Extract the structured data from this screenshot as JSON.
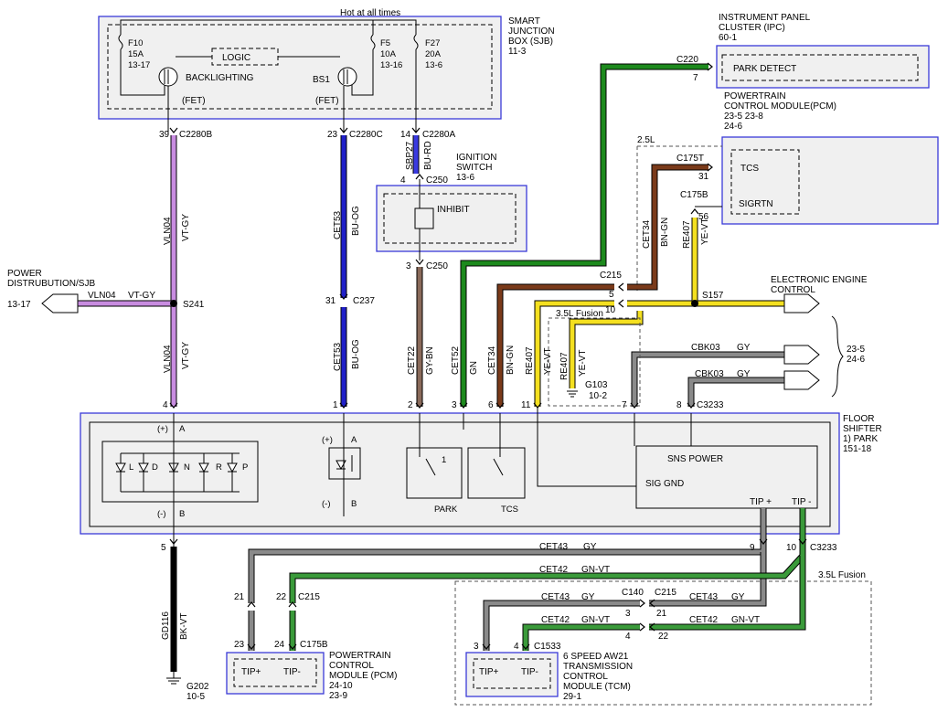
{
  "colors": {
    "VT-GY": "#c88ce0",
    "BU-OG": "#2020c8",
    "BU-RD": "#3a3ae0",
    "GY-BN": "#8a6a5a",
    "GN": "#1d8a1d",
    "BN-GN": "#7a3a1a",
    "YE-VT": "#f4e020",
    "GY": "#8a8a8a",
    "GN-VT": "#3a9a3a",
    "BK-VT": "#000000",
    "box_border": "#3a3ad8",
    "box_fill": "#f0f0f0"
  },
  "modules": {
    "sjb": {
      "title": [
        "SMART",
        "JUNCTION",
        "BOX (SJB)",
        "11-3"
      ],
      "hot": "Hot at all times"
    },
    "ipc": {
      "title": [
        "INSTRUMENT PANEL",
        "CLUSTER (IPC)",
        "60-1"
      ],
      "pin": "PARK DETECT"
    },
    "pcm_top": {
      "title": [
        "POWERTRAIN",
        "CONTROL MODULE(PCM)",
        "23-5    23-8",
        "24-6"
      ],
      "pin1": "TCS",
      "pin2": "SIGRTN",
      "engine": "2.5L"
    },
    "ignition": {
      "title": [
        "IGNITION",
        "SWITCH",
        "13-6"
      ],
      "label": "INHIBIT"
    },
    "shifter": {
      "title": [
        "FLOOR",
        "SHIFTER",
        "1) PARK",
        "151-18"
      ]
    },
    "pcm_bottom": {
      "title": [
        "POWERTRAIN",
        "CONTROL",
        "MODULE (PCM)",
        "24-10",
        "23-9"
      ],
      "pin1": "TIP+",
      "pin2": "TIP-"
    },
    "tcm": {
      "title": [
        "6 SPEED AW21",
        "TRANSMISSION",
        "CONTROL",
        "MODULE (TCM)",
        "29-1"
      ],
      "pin1": "TIP+",
      "pin2": "TIP-"
    },
    "power_dist": {
      "title": [
        "POWER",
        "DISTRUBUTION/SJB"
      ],
      "ref": "13-17"
    },
    "engine_control": {
      "title": [
        "ELECTRONIC ENGINE",
        "CONTROL"
      ]
    }
  },
  "sjb": {
    "fuses": [
      {
        "id": "F10",
        "rating": "15A",
        "ref": "13-17"
      },
      {
        "id": "F5",
        "rating": "10A",
        "ref": "13-16"
      },
      {
        "id": "F27",
        "rating": "20A",
        "ref": "13-6"
      }
    ],
    "logic": "LOGIC",
    "backlighting": "BACKLIGHTING",
    "bs1": "BS1",
    "fet1": "(FET)",
    "fet2": "(FET)"
  },
  "connectors": {
    "c2280b": "C2280B",
    "c2280c": "C2280C",
    "c2280a": "C2280A",
    "c220": "C220",
    "c215": "C215",
    "c175t": "C175T",
    "c175b": "C175B",
    "c250": "C250",
    "c237": "C237",
    "c3233": "C3233",
    "c140": "C140",
    "c1533": "C1533",
    "s241": "S241",
    "s157": "S157",
    "sbp27": "SBP27",
    "g103": "G103",
    "g103_ref": "10-2",
    "g202": "G202",
    "g202_ref": "10-5"
  },
  "pins": {
    "p39": "39",
    "p23": "23",
    "p14": "14",
    "p7": "7",
    "p31": "31",
    "p56": "56",
    "p4": "4",
    "p3": "3",
    "p5": "5",
    "p10": "10",
    "p31b": "31",
    "s_4": "4",
    "s_1": "1",
    "s_2": "2",
    "s_3": "3",
    "s_6": "6",
    "s_11": "11",
    "s_7": "7",
    "s_8": "8",
    "p5b": "5",
    "p9": "9",
    "p10b": "10",
    "p21": "21",
    "p22": "22",
    "p23b": "23",
    "p24": "24",
    "p3b": "3",
    "p4b": "4",
    "p3c": "3",
    "p21b": "21",
    "p4c": "4",
    "p22b": "22",
    "p3d": "3",
    "p4d": "4"
  },
  "circuits": {
    "vln04_a": "VLN04",
    "vtgy_a": "VT-GY",
    "vln04_b": "VLN04",
    "vtgy_b": "VT-GY",
    "vln04_c": "VLN04",
    "vtgy_c": "VT-GY",
    "cet53_a": "CET53",
    "buog_a": "BU-OG",
    "cet53_b": "CET53",
    "buog_b": "BU-OG",
    "sbp27": "SBP27",
    "burd": "BU-RD",
    "cet22": "CET22",
    "gybn": "GY-BN",
    "cet52": "CET52",
    "gn": "GN",
    "cet34_a": "CET34",
    "bngn_a": "BN-GN",
    "cet34_b": "CET34",
    "bngn_b": "BN-GN",
    "re407_a": "RE407",
    "yevt_a": "YE-VT",
    "re407_b": "RE407",
    "yevt_b": "YE-VT",
    "re407_c": "RE407",
    "yevt_c": "YE-VT",
    "cbk03_a": "CBK03",
    "gy_a": "GY",
    "cbk03_b": "CBK03",
    "gy_b": "GY",
    "cet43_a": "CET43",
    "gy_c": "GY",
    "cet42_a": "CET42",
    "gnvt_a": "GN-VT",
    "cet43_b": "CET43",
    "gy_d": "GY",
    "cet43_c": "CET43",
    "gy_e": "GY",
    "cet42_b": "CET42",
    "gnvt_b": "GN-VT",
    "cet42_c": "CET42",
    "gnvt_c": "GN-VT",
    "gd116": "GD116",
    "bkvt": "BK-VT"
  },
  "misc": {
    "fusion1": "3.5L Fusion",
    "fusion2": "3.5L Fusion",
    "ref_235": "23-5",
    "ref_246": "24-6",
    "gear_l": "L",
    "gear_d": "D",
    "gear_n": "N",
    "gear_r": "R",
    "gear_p": "P",
    "plus": "(+)",
    "minus": "(-)",
    "a1": "A",
    "b1": "B",
    "plus2": "(+)",
    "minus2": "(-)",
    "a2": "A",
    "b2": "B",
    "park": "PARK",
    "tcs": "TCS",
    "sns_power": "SNS POWER",
    "sig_gnd": "SIG GND",
    "tip_plus": "TIP +",
    "tip_minus": "TIP -",
    "sw1": "1"
  }
}
